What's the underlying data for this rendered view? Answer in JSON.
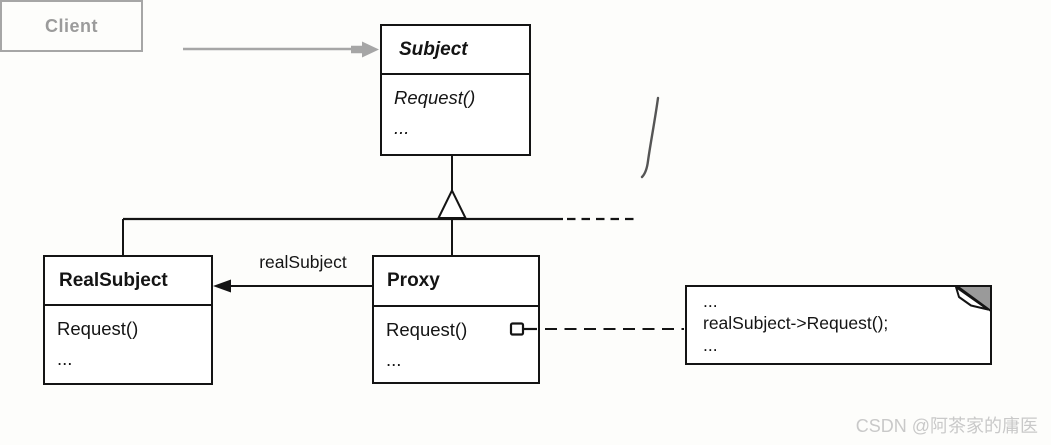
{
  "classes": {
    "client": {
      "name": "Client"
    },
    "subject": {
      "name": "Subject",
      "methods": [
        "Request()",
        "..."
      ]
    },
    "real_subject": {
      "name": "RealSubject",
      "methods": [
        "Request()",
        "..."
      ]
    },
    "proxy": {
      "name": "Proxy",
      "methods": [
        "Request()",
        "..."
      ]
    }
  },
  "labels": {
    "association": "realSubject"
  },
  "note": {
    "lines": [
      "...",
      "realSubject->Request();",
      "..."
    ]
  },
  "watermark": "CSDN @阿茶家的庸医",
  "colors": {
    "line": "#141414",
    "muted_gray": "#a6a6a6",
    "client_text": "#9b9b9b",
    "note_fold": "#9a9a9a",
    "watermark": "#c9c9c9",
    "background": "#fdfdfb"
  }
}
